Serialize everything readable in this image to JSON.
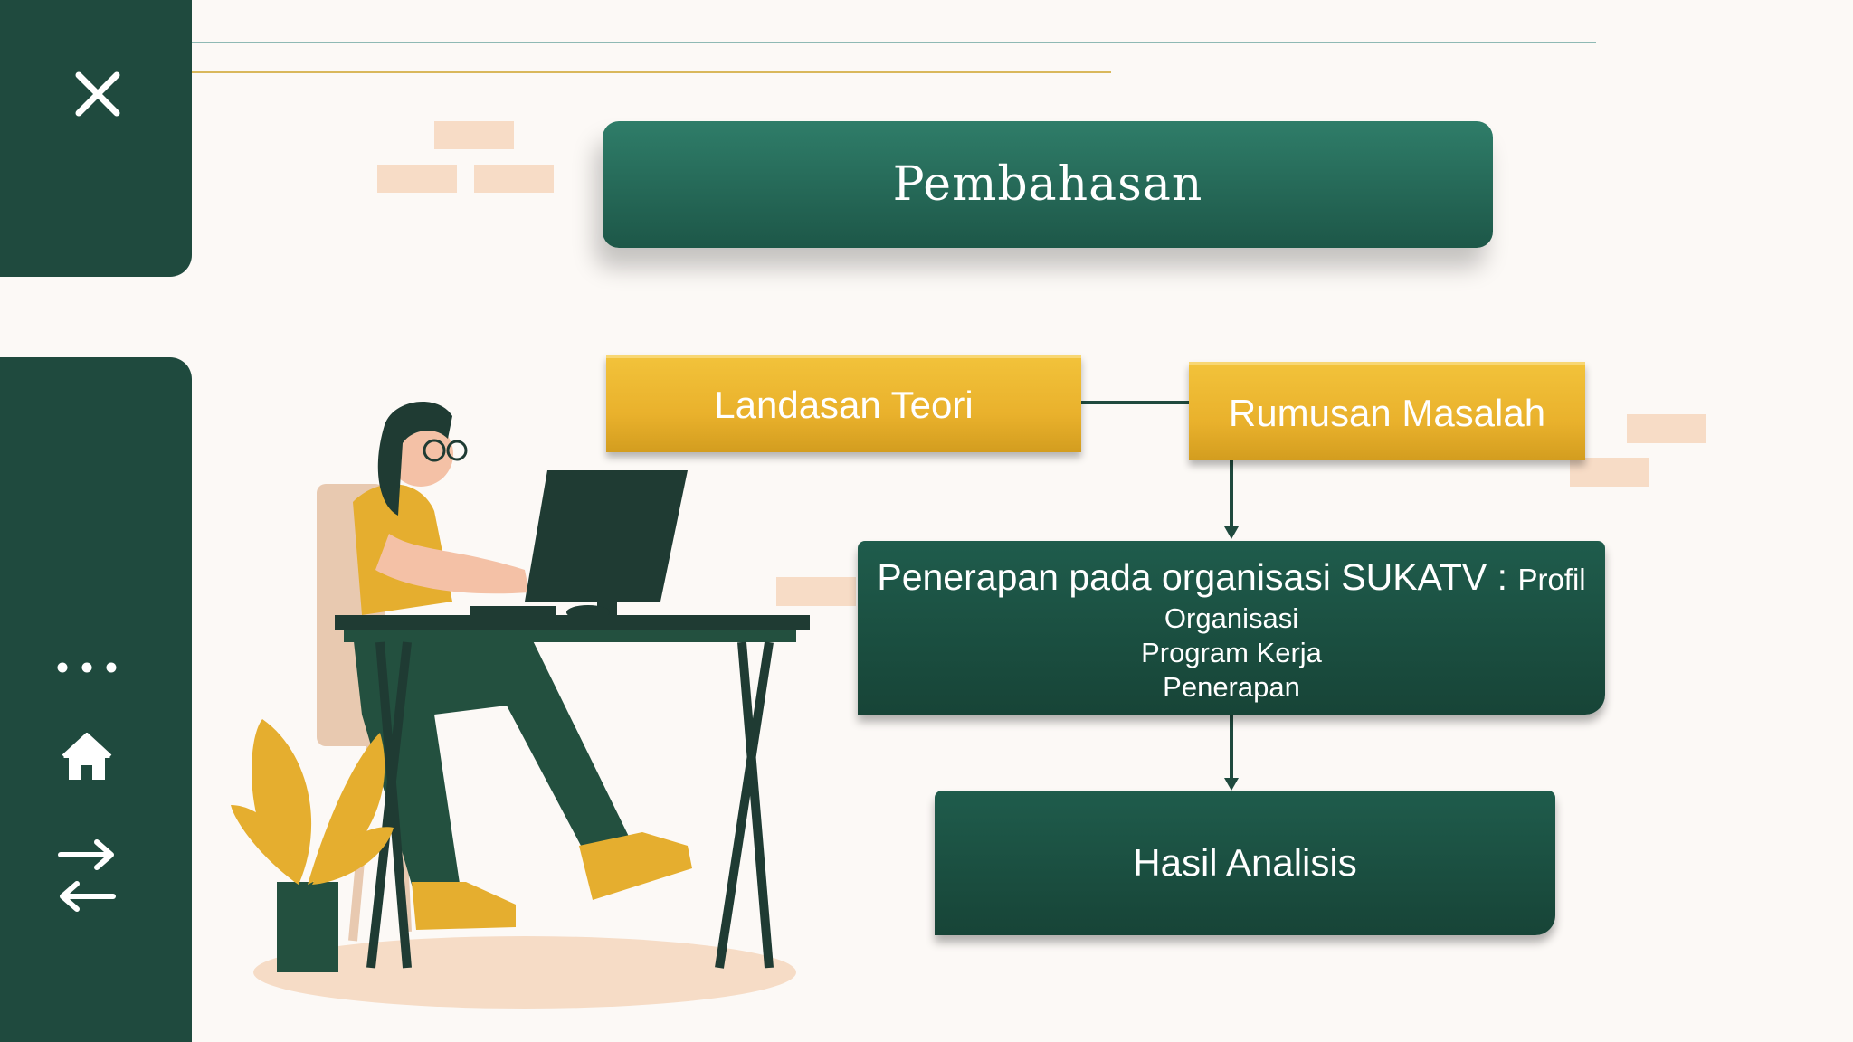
{
  "sidebar": {
    "close_icon": "close-icon",
    "menu_icon": "more-dots-icon",
    "home_icon": "home-icon",
    "swap_icon": "swap-arrows-icon"
  },
  "title": "Pembahasan",
  "nodes": {
    "landasan": "Landasan Teori",
    "rumusan": "Rumusan Masalah",
    "penerapan_line1_main": "Penerapan pada organisasi SUKATV :",
    "penerapan_line1_small": "Profil",
    "penerapan_line2": "Organisasi",
    "penerapan_line3": "Program Kerja",
    "penerapan_line4": "Penerapan",
    "hasil": "Hasil Analisis"
  },
  "colors": {
    "dark_green": "#1f4a3e",
    "teal": "#2f7d69",
    "gold": "#e9b12c",
    "peach": "#f7dcc6",
    "background": "#fcf9f6"
  }
}
